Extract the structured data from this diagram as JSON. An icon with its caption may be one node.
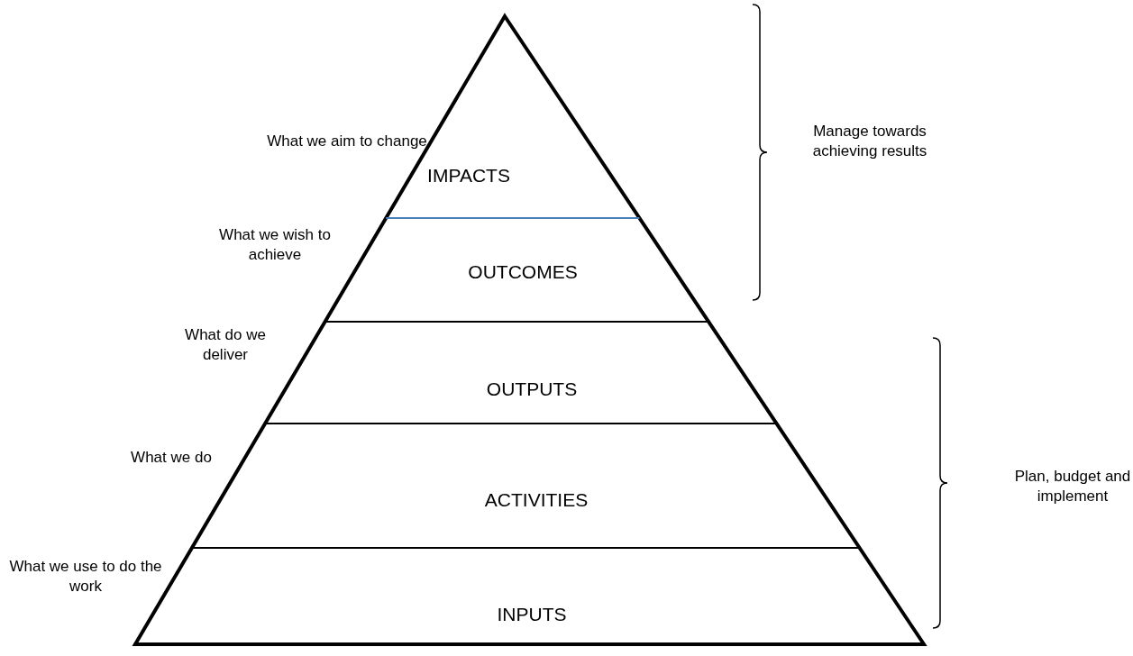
{
  "diagram": {
    "nodes": [
      {
        "text": [
          "IMPACTS"
        ],
        "beside": [
          "What we aim to change"
        ]
      },
      {
        "text": [
          "OUTCOMES"
        ],
        "beside": [
          "What we wish to achieve"
        ]
      },
      {
        "text": [
          "OUTPUTS"
        ],
        "beside": [
          "What do we deliver"
        ]
      },
      {
        "text": [
          "ACTIVITIES"
        ],
        "beside": [
          "What we do"
        ]
      },
      {
        "text": [
          "INPUTS"
        ],
        "beside": [
          "What we use to do the work"
        ]
      }
    ],
    "labels": [
      "Manage towards achieving results",
      "Plan, budget and implement"
    ]
  }
}
